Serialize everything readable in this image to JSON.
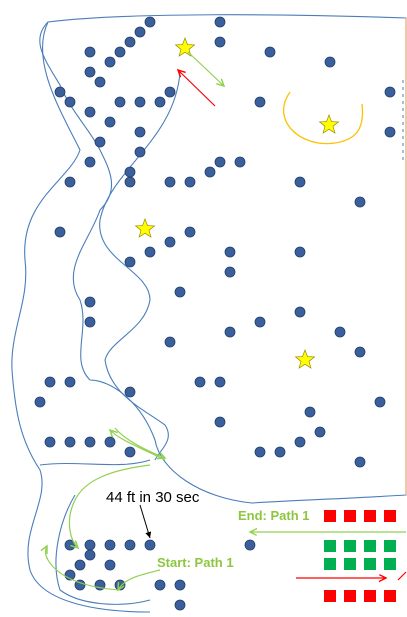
{
  "labels": {
    "distance_note": "44 ft in 30 sec",
    "end_label": "End: Path 1",
    "start_label": "Start: Path 1"
  },
  "colors": {
    "boundary": "#4a7ebb",
    "dot_fill": "#3a5f9a",
    "dot_edge": "#233e6b",
    "star": "#ffff00",
    "star_edge": "#a08c00",
    "path_arrow": "#92d050",
    "red_arrow": "#ff0000",
    "arc": "#ffc000",
    "right_edge": "#f4b183",
    "red_square": "#ff0000",
    "green_square": "#00b050"
  },
  "icons": {
    "obstacle": "circle",
    "target": "star",
    "direction": "arrow"
  }
}
